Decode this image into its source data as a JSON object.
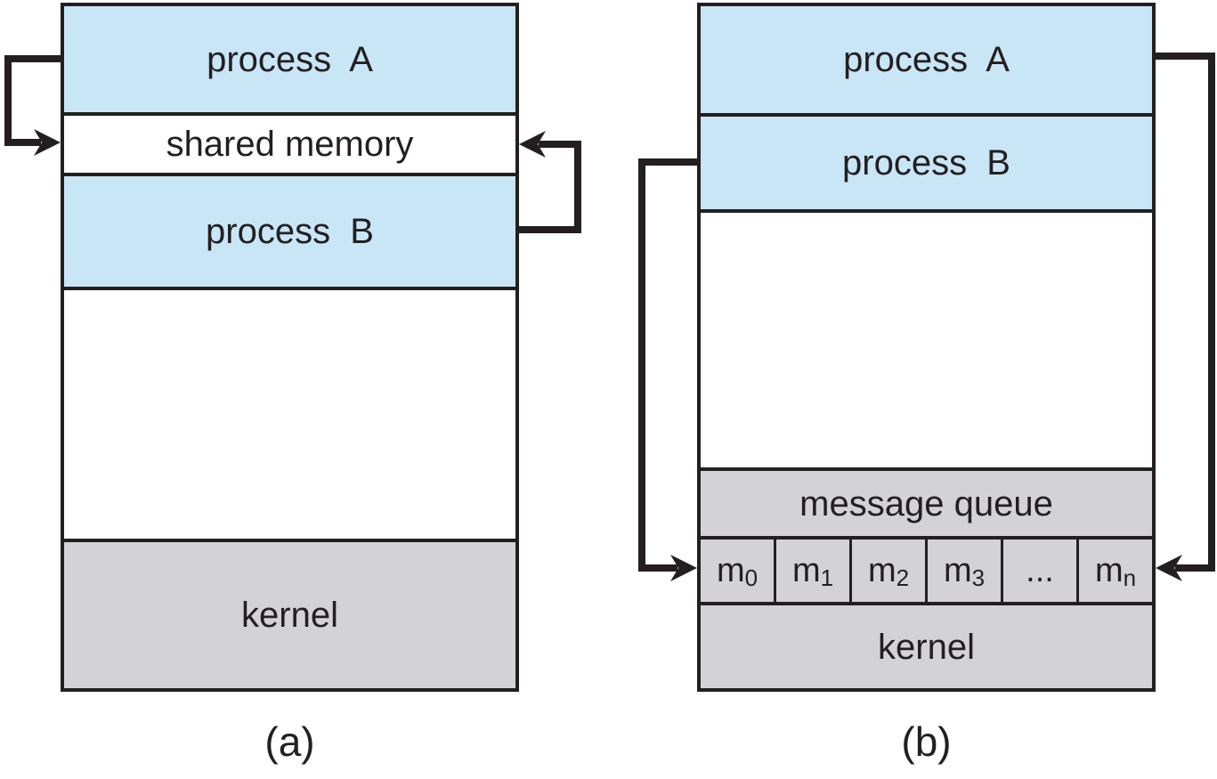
{
  "colors": {
    "process_fill": "#c9e6f7",
    "kernel_fill": "#d3d3d5",
    "border": "#231f20",
    "text": "#231f20",
    "background": "#ffffff"
  },
  "diagram_a": {
    "caption": "(a)",
    "rows": {
      "process_a": "process  A",
      "shared_memory": "shared memory",
      "process_b": "process  B",
      "kernel": "kernel"
    }
  },
  "diagram_b": {
    "caption": "(b)",
    "rows": {
      "process_a": "process  A",
      "process_b": "process  B",
      "message_queue": "message queue",
      "kernel": "kernel"
    },
    "queue_cells": [
      {
        "base": "m",
        "sub": "0"
      },
      {
        "base": "m",
        "sub": "1"
      },
      {
        "base": "m",
        "sub": "2"
      },
      {
        "base": "m",
        "sub": "3"
      },
      {
        "base": "...",
        "sub": ""
      },
      {
        "base": "m",
        "sub": "n"
      }
    ]
  },
  "arrows": [
    {
      "id": "a-left",
      "from": "process A",
      "to": "shared memory"
    },
    {
      "id": "a-right",
      "from": "process B",
      "to": "shared memory"
    },
    {
      "id": "b-left",
      "from": "process B",
      "to": "message queue cell m0"
    },
    {
      "id": "b-right",
      "from": "process A",
      "to": "message queue cell mn"
    }
  ]
}
